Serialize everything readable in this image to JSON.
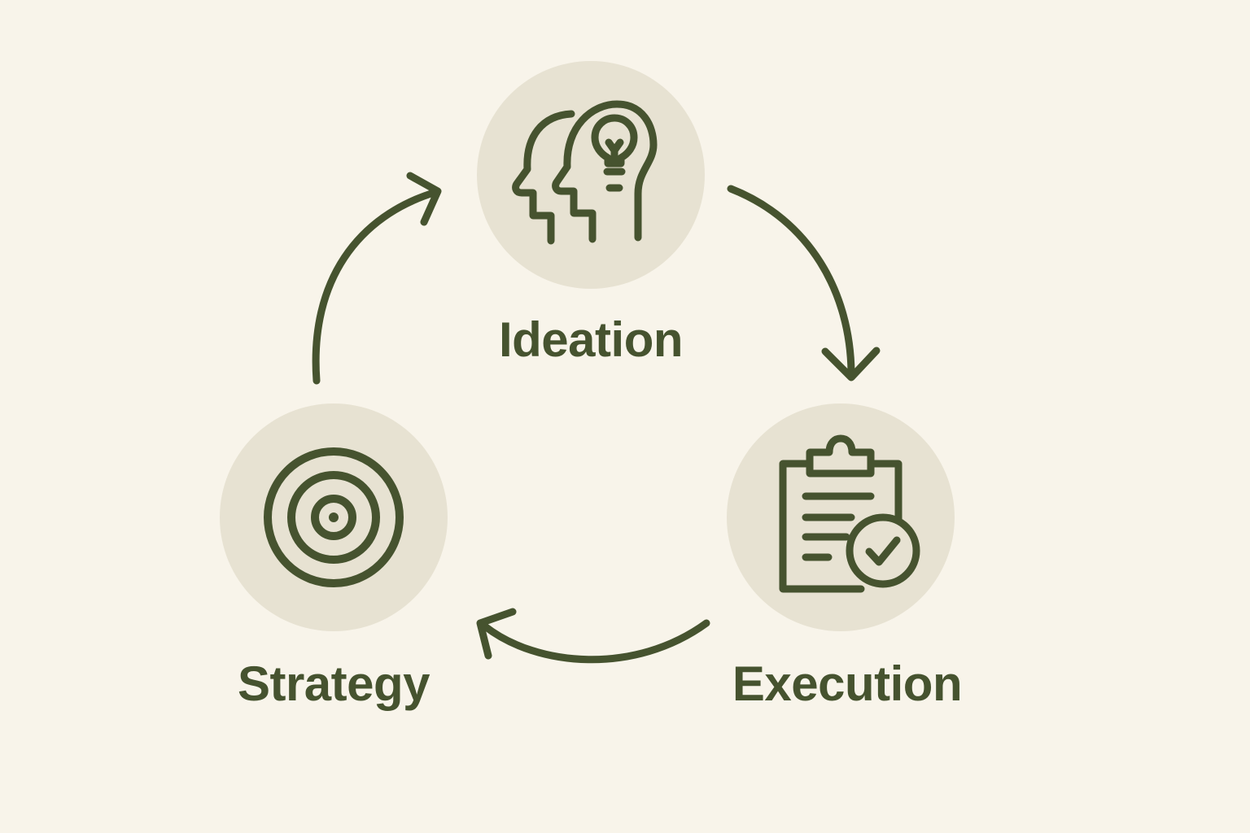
{
  "colors": {
    "background": "#f8f4ea",
    "circle_fill": "#e7e2d2",
    "ink": "#46532f"
  },
  "stages": [
    {
      "id": "ideation",
      "label": "Ideation",
      "icon": "heads-lightbulb-icon"
    },
    {
      "id": "execution",
      "label": "Execution",
      "icon": "clipboard-check-icon"
    },
    {
      "id": "strategy",
      "label": "Strategy",
      "icon": "target-icon"
    }
  ],
  "cycle": [
    {
      "from": "ideation",
      "to": "execution"
    },
    {
      "from": "execution",
      "to": "strategy"
    },
    {
      "from": "strategy",
      "to": "ideation"
    }
  ]
}
